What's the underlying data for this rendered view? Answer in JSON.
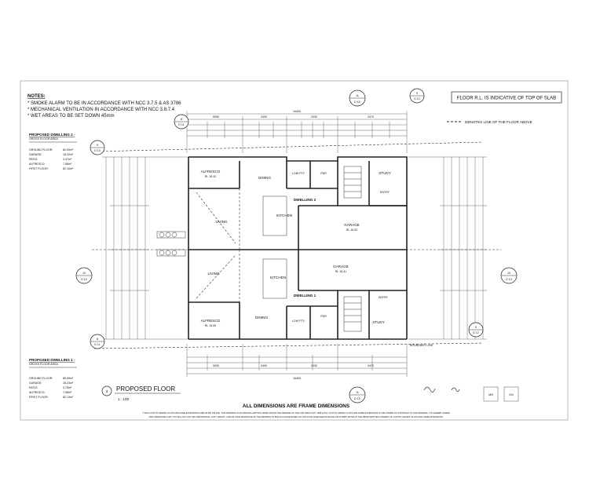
{
  "notes": {
    "heading": "NOTES:",
    "lines": [
      "* SMOKE ALARM TO BE IN ACCORDANCE WITH NCC 3.7.5 & AS 3786",
      "* MECHANICAL VENTILATION IN ACCORDANCE WITH NCC 3.8.7.4",
      "* WET AREAS TO BE SET DOWN 45mm"
    ]
  },
  "floor_rl_note": "FLOOR R.L. IS INDICATIVE OF TOP OF SLAB",
  "legend_note": "DENOTES LINE OF THE FLOOR ABOVE",
  "dwelling2_area": {
    "title": "PROPOSED DWELLING 2 -",
    "subtitle": "GROSS FLOOR AREA",
    "rows": [
      {
        "label": "GROUND FLOOR:",
        "value": "82.09m²"
      },
      {
        "label": "GARAGE:",
        "value": "18.22m²"
      },
      {
        "label": "PATIO:",
        "value": "3.47m²"
      },
      {
        "label": "ALFRESCO:",
        "value": "7.58m²"
      },
      {
        "label": "FIRST FLOOR:",
        "value": "82.16m²"
      }
    ]
  },
  "dwelling1_area": {
    "title": "PROPOSED DWELLING 1 -",
    "subtitle": "GROSS FLOOR AREA",
    "rows": [
      {
        "label": "GROUND FLOOR:",
        "value": "85.69m²"
      },
      {
        "label": "GARAGE:",
        "value": "18.23m²"
      },
      {
        "label": "PATIO:",
        "value": "3.75m²"
      },
      {
        "label": "ALFRESCO:",
        "value": "7.58m²"
      },
      {
        "label": "FIRST FLOOR:",
        "value": "82.13m²"
      }
    ]
  },
  "rooms": {
    "alfresco_top": "ALFRESCO",
    "alfresco_top_rl": "RL 16.42",
    "dining_top": "DINING",
    "low_pty_top": "LOW PTY",
    "pdr_top": "PDR",
    "study_top": "STUDY",
    "entry_top": "ENTRY",
    "living_top": "LIVING",
    "kitchen_top": "KITCHEN",
    "dwelling3": "DWELLING 2",
    "garage_top": "GARAGE",
    "garage_top_rl": "RL 16.52",
    "garage_bot": "GARAGE",
    "garage_bot_rl": "RL 16.41",
    "living_bot": "LIVING",
    "kitchen_bot": "KITCHEN",
    "dwelling1": "DWELLING 1",
    "alfresco_bot": "ALFRESCO",
    "alfresco_bot_rl": "RL 16.50",
    "dining_bot": "DINING",
    "low_pty_bot": "LOW PTY",
    "pdr_bot": "PDR",
    "entry_bot": "ENTRY",
    "study_bot": "STUDY"
  },
  "dimensions": {
    "overall_top": "16400",
    "overall_bottom": "16400",
    "top_row": [
      "5090",
      "3400",
      "2030",
      "3470"
    ],
    "bottom_row": [
      "5090",
      "3400",
      "2030",
      "3470"
    ]
  },
  "grid_markers": [
    {
      "num": "11",
      "ref": "D 12"
    },
    {
      "num": "8",
      "ref": "D 11"
    },
    {
      "num": "9",
      "ref": "D 12"
    },
    {
      "num": "9",
      "ref": "D 10"
    },
    {
      "num": "10",
      "ref": "D 12"
    },
    {
      "num": "10",
      "ref": "D 13"
    },
    {
      "num": "8",
      "ref": "D 11"
    },
    {
      "num": "11",
      "ref": "D 12"
    },
    {
      "num": "9",
      "ref": "D 12"
    }
  ],
  "boundary_label": "BOUNDARY LINE",
  "drawing_title": {
    "number": "3",
    "name": "PROPOSED FLOOR",
    "scale": "1 : 100"
  },
  "frame_note": "ALL DIMENSIONS ARE FRAME DIMENSIONS",
  "copyright_lines": [
    "© 2021 CUSTTO GRANNY FLATS AND HOME EXTENSIONS (ABN 35 550 705 132). THIS DRAWING IS AN ORIGINAL ARTISTIC WORK WITHIN THE MEANING OF THE COPYRIGHT ACT 1968 (CTH). CUSTTO GRANNY FLATS AND HOME EXTENSIONS IS THE OWNER OF COPYRIGHT IN THIS DRAWING. YOU HEREBY AGREE",
    "AND UNDERTAKE THAT YOU WILL NOT ANY WAY REPRODUCE, COPY, MODIFY, USE OR TAKE ADVANTAGE OF THE DRAWING TO BUILD A HOUSE BASED ON THIS PLAN (WHETHER IN WHOLE OR IN PART) WITHOUT THE PRIOR WRITTEN CONSENT OF CUSTTO GRANNY FLATS AND HOME EXTENSIONS."
  ],
  "initials": [
    "MN",
    "DN"
  ]
}
